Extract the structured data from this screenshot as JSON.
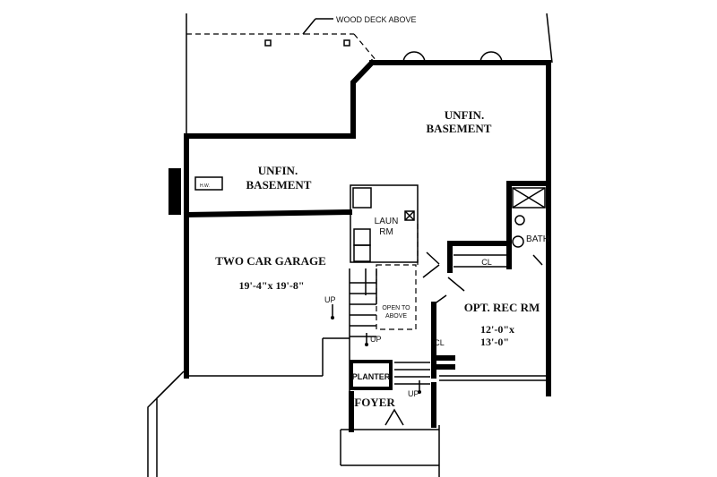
{
  "rooms": {
    "wood_deck": "WOOD DECK ABOVE",
    "unfin_basement_right_1": "UNFIN.",
    "unfin_basement_right_2": "BASEMENT",
    "unfin_basement_left_1": "UNFIN.",
    "unfin_basement_left_2": "BASEMENT",
    "garage_title": "TWO CAR GARAGE",
    "garage_dims": "19'-4\"x 19'-8\"",
    "laundry_1": "LAUN",
    "laundry_2": "RM",
    "bath": "BATH",
    "closet_1": "CL",
    "closet_2": "CL",
    "rec_title": "OPT. REC RM",
    "rec_dims_1": "12'-0\"x",
    "rec_dims_2": "13'-0\"",
    "open_to_above_1": "OPEN TO",
    "open_to_above_2": "ABOVE",
    "planter": "PLANTER",
    "foyer": "FOYER",
    "up_1": "UP",
    "up_2": "UP",
    "up_3": "UP",
    "small_label": "H.W."
  }
}
